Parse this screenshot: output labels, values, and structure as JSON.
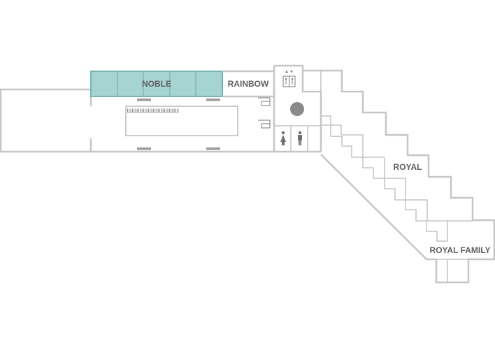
{
  "rooms": {
    "noble": {
      "label": "NOBLE",
      "highlight_fill": "#a6d4d2",
      "highlight_stroke": "#74b5b2"
    },
    "rainbow": {
      "label": "RAINBOW"
    },
    "royal": {
      "label": "ROYAL"
    },
    "royal_family": {
      "label": "ROYAL FAMILY"
    }
  },
  "icons": {
    "elevator": "elevator-icon",
    "restroom_women": "woman-restroom-icon",
    "restroom_men": "man-restroom-icon",
    "pillar": "round-pillar",
    "reception": "reception-desk-icon"
  },
  "colors": {
    "walls": "#c6c6c6",
    "label_text": "#5f5f5f",
    "pillar": "#8a8a8a",
    "furniture": "#9b9b9b"
  }
}
